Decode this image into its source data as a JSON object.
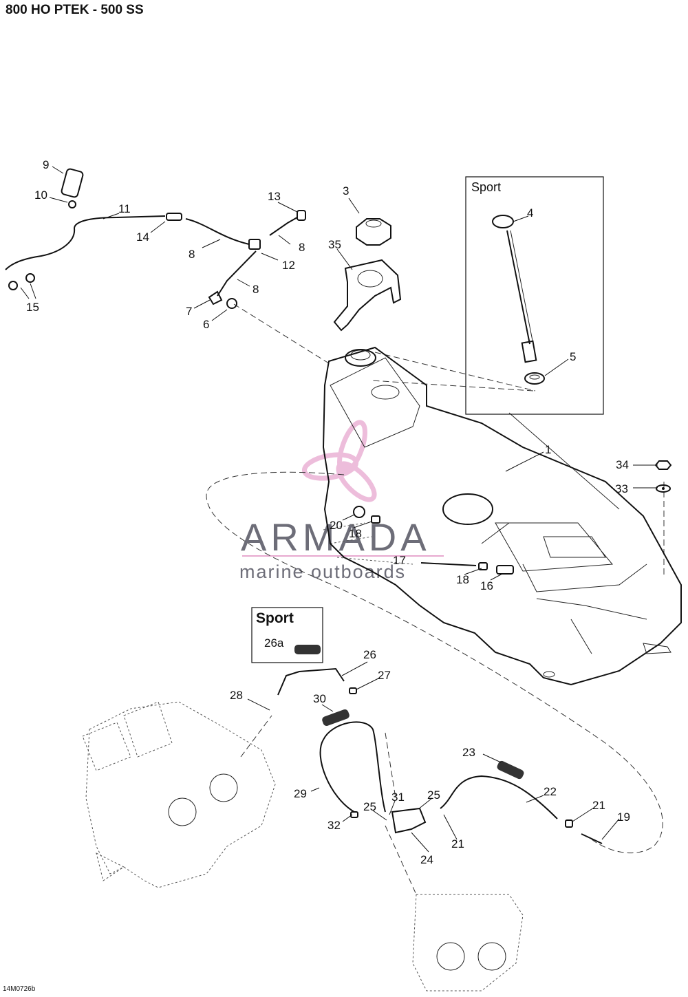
{
  "title": "800 HO PTEK - 500 SS",
  "drawing_code": "14M0726b",
  "sport_box_top": {
    "label": "Sport"
  },
  "sport_box_bottom": {
    "label": "Sport",
    "part": "26a"
  },
  "watermark": {
    "brand": "ARMADA",
    "tagline": "marine outboards"
  },
  "colors": {
    "watermark_logo": "#e7a8cf",
    "watermark_text": "#6d6d78",
    "line": "#111111"
  },
  "callouts": [
    "1",
    "3",
    "4",
    "5",
    "6",
    "7",
    "8",
    "8",
    "8",
    "9",
    "10",
    "11",
    "12",
    "13",
    "14",
    "15",
    "16",
    "17",
    "18",
    "18",
    "19",
    "20",
    "21",
    "21",
    "22",
    "23",
    "24",
    "25",
    "25",
    "26",
    "27",
    "28",
    "29",
    "30",
    "31",
    "32",
    "33",
    "34",
    "35"
  ]
}
